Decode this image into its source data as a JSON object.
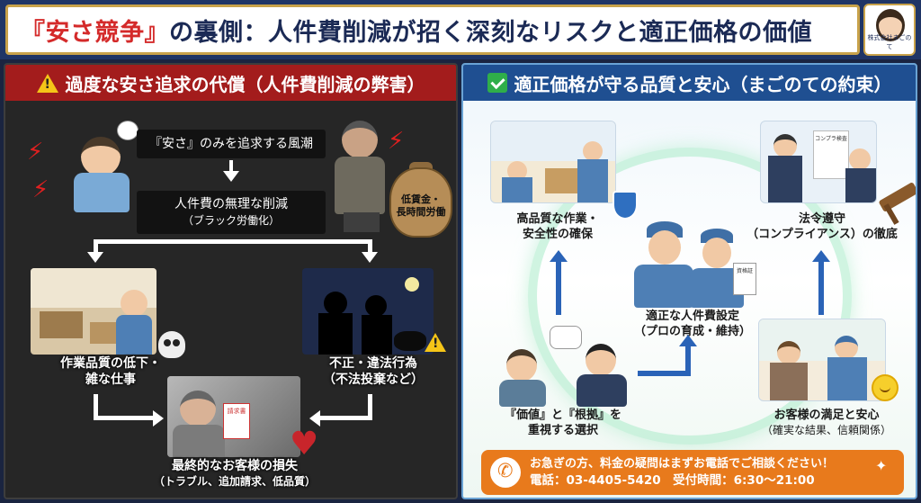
{
  "header": {
    "title_accent": "『安さ競争』",
    "title_rest": "の裏側：人件費削減が招く深刻なリスクと適正価格の価値",
    "logo_text": "株式会社まごのて"
  },
  "left_panel": {
    "banner": "過度な安さ追求の代償（人件費削減の弊害）",
    "trend_box": "『安さ』のみを追求する風潮",
    "cut_box_line1": "人件費の無理な削減",
    "cut_box_line2": "（ブラック労働化）",
    "money_bag": [
      "低賃金・",
      "長時間労働"
    ],
    "quality_drop": [
      "作業品質の低下・",
      "雑な仕事"
    ],
    "illegal": [
      "不正・違法行為",
      "（不法投棄など）"
    ],
    "loss": [
      "最終的なお客様の損失",
      "（トラブル、追加請求、低品質）"
    ],
    "notice_paper": "請求書"
  },
  "right_panel": {
    "banner": "適正価格が守る品質と安心（まごのての約束）",
    "quality": [
      "高品質な作業・",
      "安全性の確保"
    ],
    "compliance": [
      "法令遵守",
      "（コンプライアンス）の徹底"
    ],
    "labor_cost": [
      "適正な人件費設定",
      "（プロの育成・維持）"
    ],
    "value_choice": [
      "『価値』と『根拠』を",
      "重視する選択"
    ],
    "satisfaction": [
      "お客様の満足と安心",
      "（確実な結果、信頼関係）"
    ],
    "compliance_doc": "コンプラ検査",
    "cert_doc": "資格証"
  },
  "contact": {
    "line1": "お急ぎの方、料金の疑問はまずお電話でご相談ください！",
    "line2": "電話：03-4405-5420　受付時間：6:30〜21:00"
  }
}
